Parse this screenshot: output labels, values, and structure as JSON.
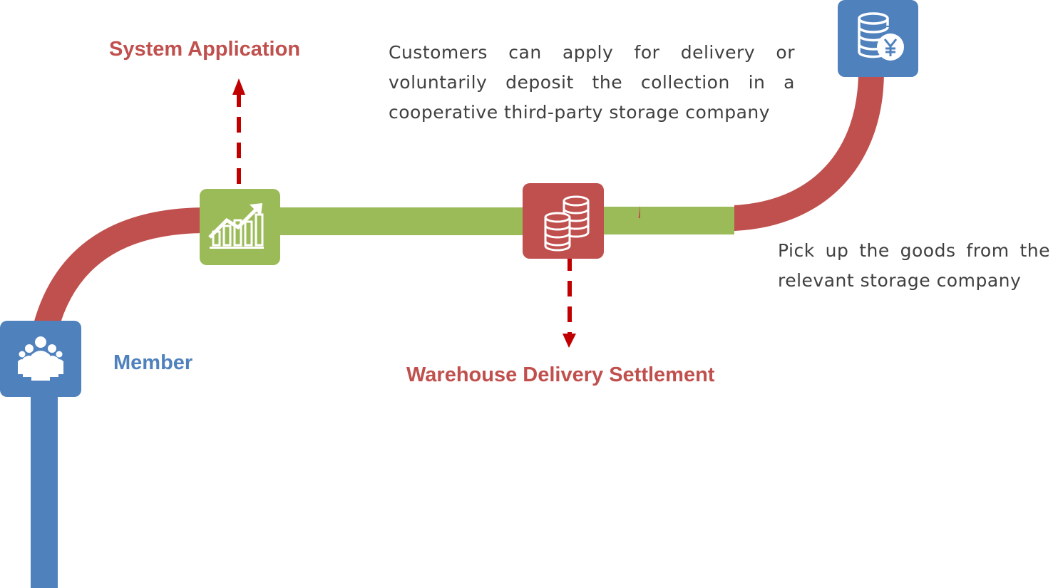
{
  "nodes": {
    "system_application": {
      "label": "System Application",
      "icon": "growth-chart-icon",
      "color": "#9bbb59"
    },
    "warehouse": {
      "label": "Warehouse Delivery Settlement",
      "icon": "coin-stacks-icon",
      "color": "#c0504d"
    },
    "member": {
      "label": "Member",
      "icon": "people-group-icon",
      "color": "#4f81bd"
    },
    "payment": {
      "icon": "coins-yen-icon",
      "color": "#4f81bd"
    }
  },
  "descriptions": {
    "apply_delivery": "Customers can apply for delivery or voluntarily deposit the collection in a cooperative third-party storage company",
    "pick_up": "Pick up the goods from the relevant storage company"
  },
  "colors": {
    "path_red": "#c0504d",
    "path_green": "#9bbb59",
    "path_blue": "#4f81bd",
    "arrow_red": "#c00000",
    "text_gray": "#404040"
  }
}
